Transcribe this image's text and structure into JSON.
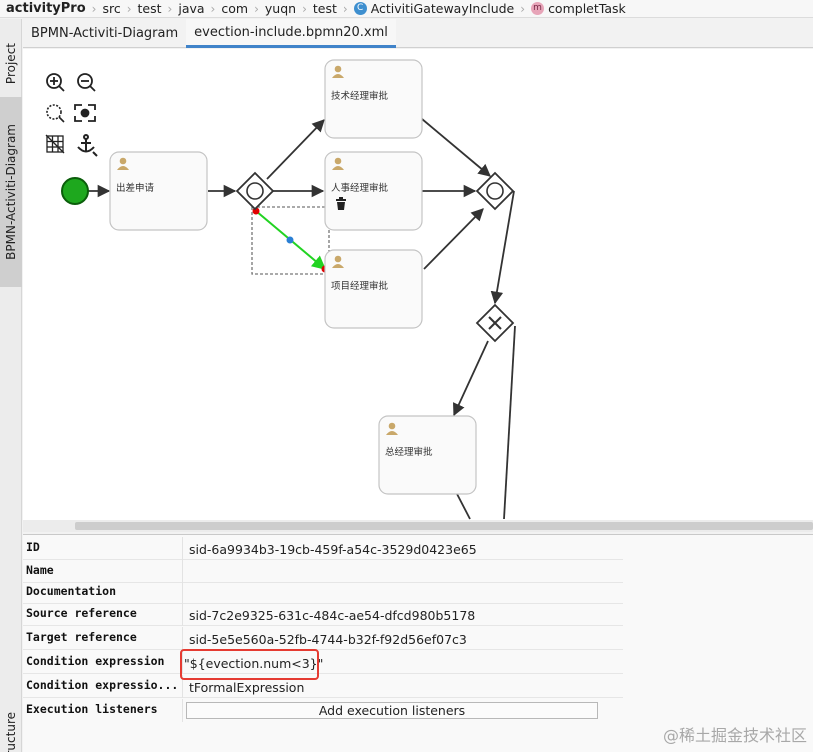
{
  "breadcrumb": {
    "items": [
      "activityPro",
      "src",
      "test",
      "java",
      "com",
      "yuqn",
      "test",
      "ActivitiGatewayInclude",
      "completTask"
    ]
  },
  "left_strip": {
    "project_label": "Project",
    "bpmn_label": "BPMN-Activiti-Diagram",
    "structure_label": "Structure"
  },
  "editor_tabs": [
    {
      "label": "BPMN-Activiti-Diagram",
      "active": false
    },
    {
      "label": "evection-include.bpmn20.xml",
      "active": true
    }
  ],
  "diagram": {
    "tasks": {
      "apply": "出差申请",
      "tech_manager": "技术经理审批",
      "hr_manager": "人事经理审批",
      "project_manager": "项目经理审批",
      "general_manager": "总经理审批"
    }
  },
  "properties": {
    "rows": [
      {
        "key": "ID",
        "value": "sid-6a9934b3-19cb-459f-a54c-3529d0423e65"
      },
      {
        "key": "Name",
        "value": ""
      },
      {
        "key": "Documentation",
        "value": ""
      },
      {
        "key": "Source reference",
        "value": "sid-7c2e9325-631c-484c-ae54-dfcd980b5178"
      },
      {
        "key": "Target reference",
        "value": "sid-5e5e560a-52fb-4744-b32f-f92d56ef07c3"
      },
      {
        "key": "Condition expression",
        "value": "\"${evection.num<3}\""
      },
      {
        "key": "Condition expressio...",
        "value": "tFormalExpression"
      },
      {
        "key": "Execution listeners",
        "value": ""
      }
    ],
    "add_listeners_label": "Add execution listeners"
  },
  "watermark": "@稀土掘金技术社区",
  "colors": {
    "accent": "#4083c9",
    "start_event": "#1ea81e",
    "selected_flow": "#22d322",
    "highlight": "#e53b32"
  }
}
